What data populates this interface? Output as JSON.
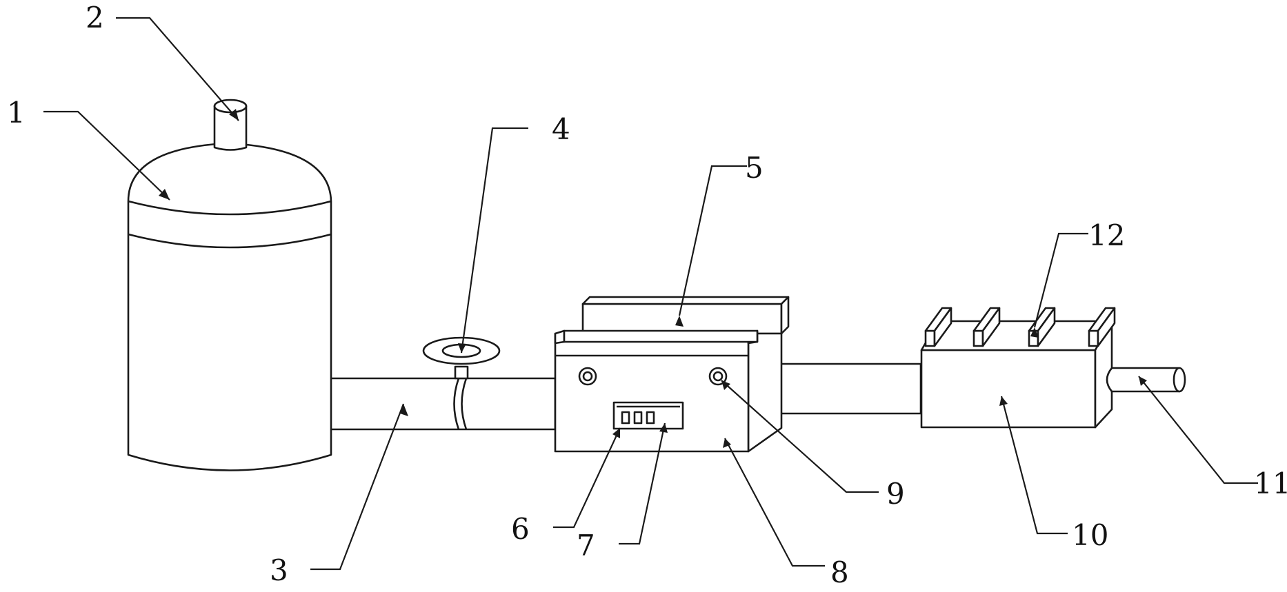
{
  "colors": {
    "line": "#1a1a1a",
    "background": "#ffffff"
  },
  "callouts": [
    "1",
    "2",
    "3",
    "4",
    "5",
    "6",
    "7",
    "8",
    "9",
    "10",
    "11",
    "12"
  ]
}
